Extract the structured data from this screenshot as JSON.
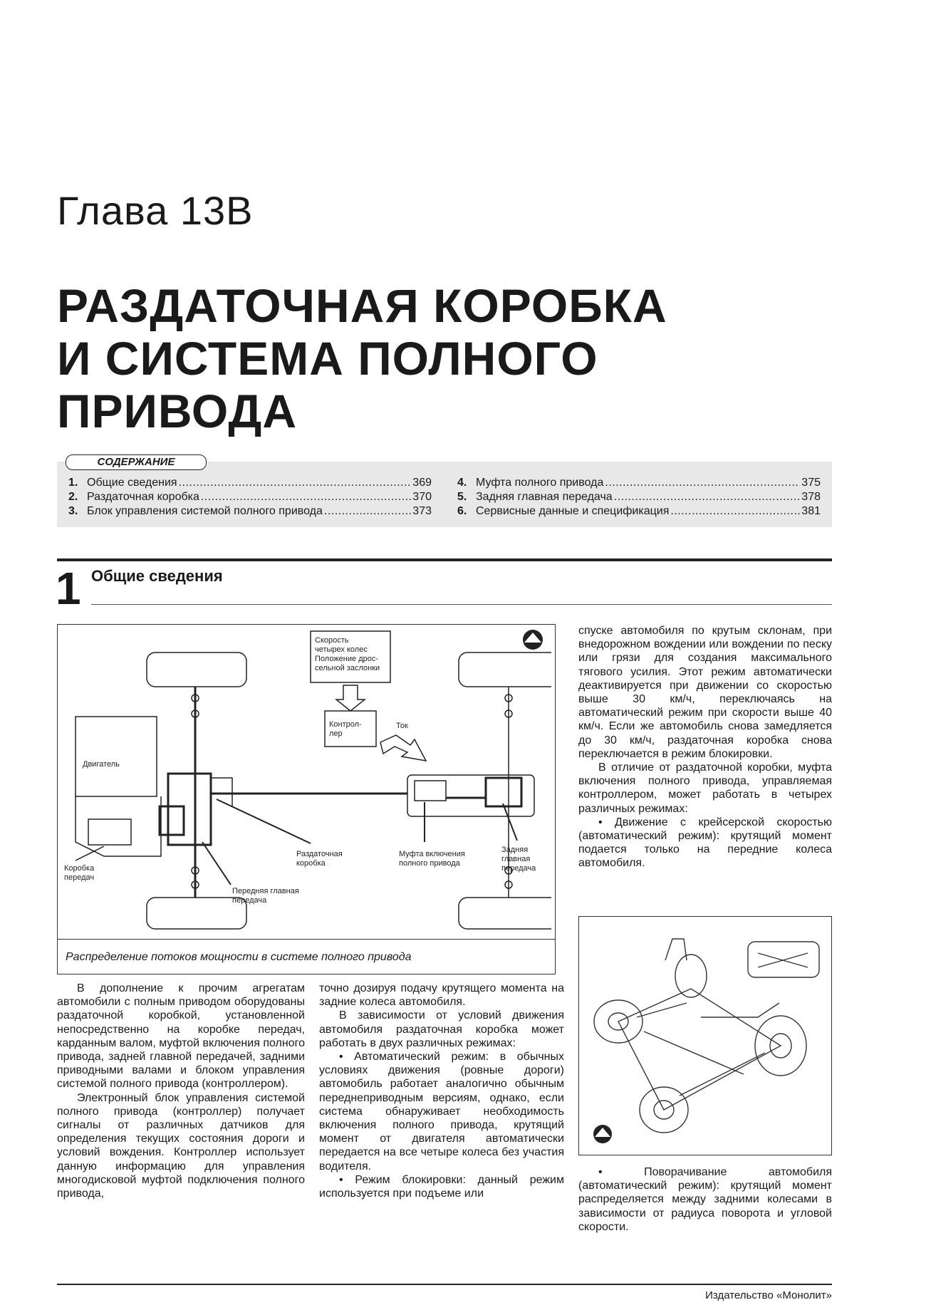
{
  "chapter": "Глава 13В",
  "title_lines": [
    "РАЗДАТОЧНАЯ КОРОБКА",
    "И СИСТЕМА ПОЛНОГО",
    "ПРИВОДА"
  ],
  "toc": {
    "label": "СОДЕРЖАНИЕ",
    "items": [
      {
        "num": "1.",
        "title": "Общие сведения",
        "page": "369"
      },
      {
        "num": "2.",
        "title": "Раздаточная коробка",
        "page": "370"
      },
      {
        "num": "3.",
        "title": "Блок управления системой полного привода",
        "page": "373"
      },
      {
        "num": "4.",
        "title": "Муфта полного привода",
        "page": "375"
      },
      {
        "num": "5.",
        "title": "Задняя главная передача",
        "page": "378"
      },
      {
        "num": "6.",
        "title": "Сервисные данные и спецификация",
        "page": "381"
      }
    ]
  },
  "section": {
    "num": "1",
    "title": "Общие сведения"
  },
  "figure1": {
    "caption": "Распределение потоков мощности в системе полного привода",
    "labels": {
      "inputs_1": "Скорость",
      "inputs_2": "четырех колес",
      "inputs_3": "Положение дрос-",
      "inputs_4": "сельной заслонки",
      "controller_1": "Контрол-",
      "controller_2": "лер",
      "current": "Ток",
      "engine": "Двигатель",
      "transfer_1": "Раздаточная",
      "transfer_2": "коробка",
      "coupling_1": "Муфта включения",
      "coupling_2": "полного привода",
      "rear_1": "Задняя",
      "rear_2": "главная",
      "rear_3": "передача",
      "gearbox_1": "Коробка",
      "gearbox_2": "передач",
      "front_1": "Передняя главная",
      "front_2": "передача"
    }
  },
  "col1": [
    "В дополнение к прочим агрегатам автомобили с полным приводом оборудованы раздаточной коробкой, установленной непосредственно на коробке передач, карданным валом, муфтой включения полного привода, задней главной передачей, задними приводными валами и блоком управления системой полного привода (контроллером).",
    "Электронный блок управления системой полного привода (контроллер) получает сигналы от различных датчиков для определения текущих состояния дороги и условий вождения. Контроллер использует данную информацию для управления многодисковой муфтой подключения полного привода,"
  ],
  "col2": [
    "точно дозируя подачу крутящего момента на задние колеса автомобиля.",
    "В зависимости от условий движения автомобиля раздаточная коробка может работать в двух различных режимах:",
    "• Автоматический режим: в обычных условиях движения (ровные дороги) автомобиль работает аналогично обычным переднеприводным версиям, однако, если система обнаруживает необходимость включения полного привода, крутящий момент от двигателя автоматически передается на все четыре колеса без участия водителя.",
    "• Режим блокировки: данный режим используется при подъеме или"
  ],
  "col3": [
    "спуске автомобиля по крутым склонам, при внедорожном вождении или вождении по песку или грязи для создания максимального тягового усилия. Этот режим автоматически деактивируется при движении со скоростью выше 30 км/ч, переключаясь на автоматический режим при скорости выше 40 км/ч. Если же автомобиль снова замедляется до 30 км/ч, раздаточная коробка снова переключается в режим блокировки.",
    "В отличие от раздаточной коробки, муфта включения полного привода, управляемая контроллером, может работать в четырех различных режимах:",
    "• Движение с крейсерской скоростью (автоматический режим): крутящий момент подается только на передние колеса автомобиля."
  ],
  "col3b": [
    "• Поворачивание автомобиля (автоматический режим): крутящий момент распределяется между задними колесами в зависимости от радиуса поворота и угловой скорости."
  ],
  "footer": "Издательство «Монолит»"
}
